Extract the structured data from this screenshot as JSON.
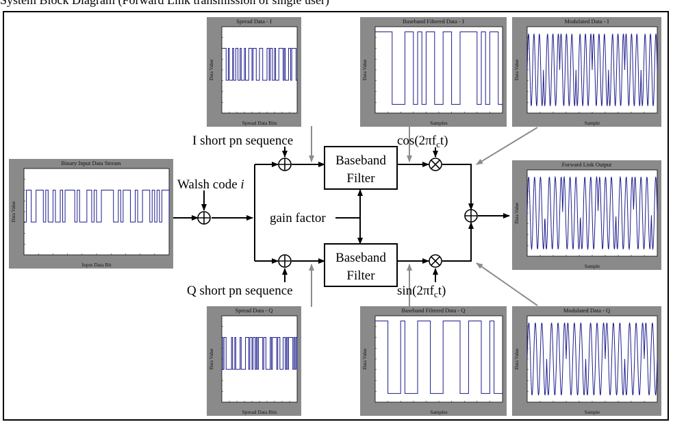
{
  "header_partial": "System Block Diagram (Forward Link transmission of single user)",
  "colors": {
    "panel": "#8a8a8a",
    "signal": "#1b1b8c",
    "arrow_gray": "#8c8c8c",
    "line": "#000000"
  },
  "labels": {
    "i_pn": "I short pn sequence",
    "q_pn": "Q short pn sequence",
    "walsh": "Walsh code",
    "walsh_i": "i",
    "gain": "gain factor",
    "cos_pre": "cos(2πf",
    "sin_pre": "sin(2πf",
    "carrier_sub": "c",
    "carrier_post": "t)"
  },
  "filter_top": {
    "line1": "Baseband",
    "line2": "Filter"
  },
  "filter_bottom": {
    "line1": "Baseband",
    "line2": "Filter"
  },
  "plots": [
    {
      "id": "binary-input",
      "title": "Binary Input Data Stream",
      "xlabel": "Input Data Bit",
      "ylabel": "Data Value",
      "kind": "square",
      "seed": 3,
      "n": 60
    },
    {
      "id": "spread-i",
      "title": "Spread Data - I",
      "xlabel": "Spread Data Bits",
      "ylabel": "Data Value",
      "kind": "square",
      "seed": 7,
      "n": 70
    },
    {
      "id": "bb-filtered-i",
      "title": "Baseband Filtered Data - I",
      "xlabel": "Samples",
      "ylabel": "Data Value",
      "kind": "square",
      "seed": 11,
      "n": 30
    },
    {
      "id": "modulated-i",
      "title": "Modulated Data - I",
      "xlabel": "Sample",
      "ylabel": "Data Value",
      "kind": "sine",
      "seed": 5,
      "n": 24
    },
    {
      "id": "forward-link",
      "title": "Forward Link Output",
      "xlabel": "Sample",
      "ylabel": "Data Value",
      "kind": "sine",
      "seed": 9,
      "n": 22
    },
    {
      "id": "spread-q",
      "title": "Spread Data - Q",
      "xlabel": "Spread Data Bits",
      "ylabel": "Data Value",
      "kind": "square",
      "seed": 13,
      "n": 70
    },
    {
      "id": "bb-filtered-q",
      "title": "Baseband Filtered Data - Q",
      "xlabel": "Samples",
      "ylabel": "Data Value",
      "kind": "square",
      "seed": 17,
      "n": 30
    },
    {
      "id": "modulated-q",
      "title": "Modulated Data - Q",
      "xlabel": "Sample",
      "ylabel": "Data Value",
      "kind": "sine",
      "seed": 21,
      "n": 20
    }
  ]
}
